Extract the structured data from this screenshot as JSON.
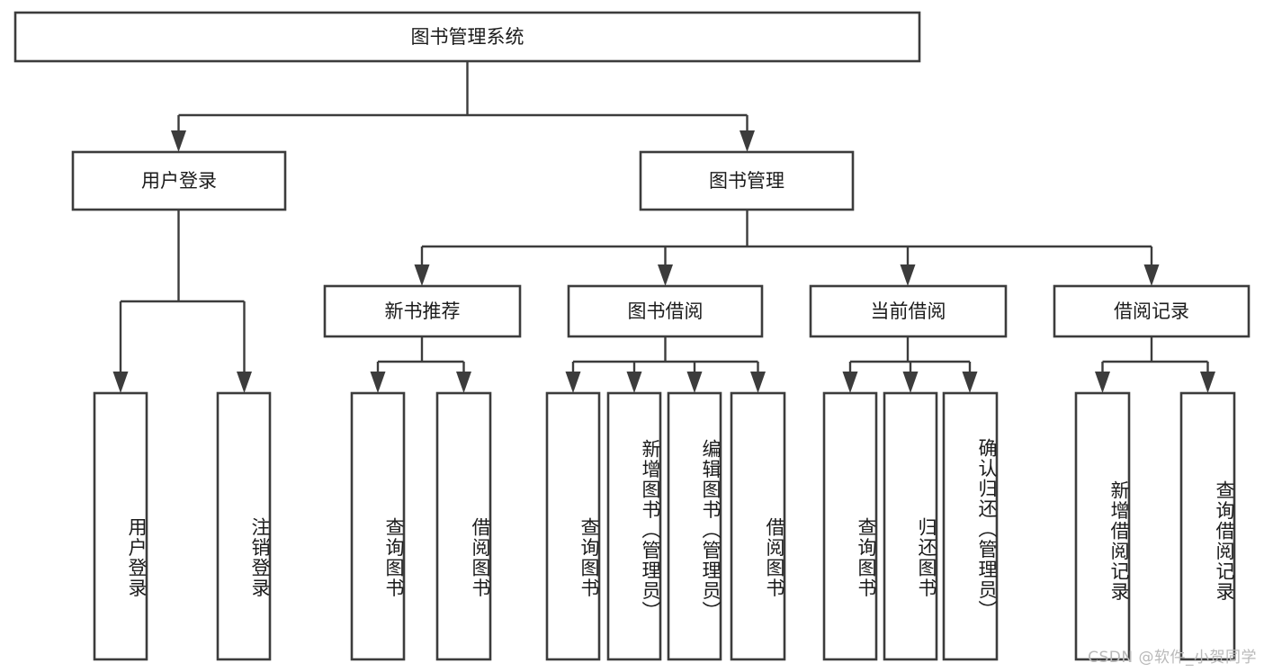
{
  "diagram": {
    "title": "图书管理系统",
    "type": "tree-hierarchy-diagram",
    "watermark": "CSDN @软件_小贺同学",
    "colors": {
      "box_stroke": "#3c3c3c",
      "box_fill": "#ffffff",
      "text": "#1b1b1b",
      "watermark": "#b9b9b9",
      "background": "#ffffff"
    },
    "nodes": {
      "root": {
        "label": "图书管理系统"
      },
      "level2": [
        {
          "id": "user-login",
          "label": "用户登录"
        },
        {
          "id": "book-manage",
          "label": "图书管理"
        }
      ],
      "level3": [
        {
          "id": "new-book-recommend",
          "label": "新书推荐"
        },
        {
          "id": "book-borrow",
          "label": "图书借阅"
        },
        {
          "id": "current-borrow",
          "label": "当前借阅"
        },
        {
          "id": "borrow-record",
          "label": "借阅记录"
        }
      ],
      "leaves": {
        "user-login": [
          {
            "id": "leaf-user-login",
            "label": "用户登录"
          },
          {
            "id": "leaf-logout",
            "label": "注销登录"
          }
        ],
        "new-book-recommend": [
          {
            "id": "leaf-query-book-1",
            "label": "查询图书"
          },
          {
            "id": "leaf-borrow-book-1",
            "label": "借阅图书"
          }
        ],
        "book-borrow": [
          {
            "id": "leaf-query-book-2",
            "label": "查询图书"
          },
          {
            "id": "leaf-add-book",
            "label": "新增图书（管理员）"
          },
          {
            "id": "leaf-edit-book",
            "label": "编辑图书（管理员）"
          },
          {
            "id": "leaf-borrow-book-2",
            "label": "借阅图书"
          }
        ],
        "current-borrow": [
          {
            "id": "leaf-query-book-3",
            "label": "查询图书"
          },
          {
            "id": "leaf-return-book",
            "label": "归还图书"
          },
          {
            "id": "leaf-confirm-return",
            "label": "确认归还（管理员）"
          }
        ],
        "borrow-record": [
          {
            "id": "leaf-add-record",
            "label": "新增借阅记录"
          },
          {
            "id": "leaf-query-record",
            "label": "查询借阅记录"
          }
        ]
      }
    }
  }
}
